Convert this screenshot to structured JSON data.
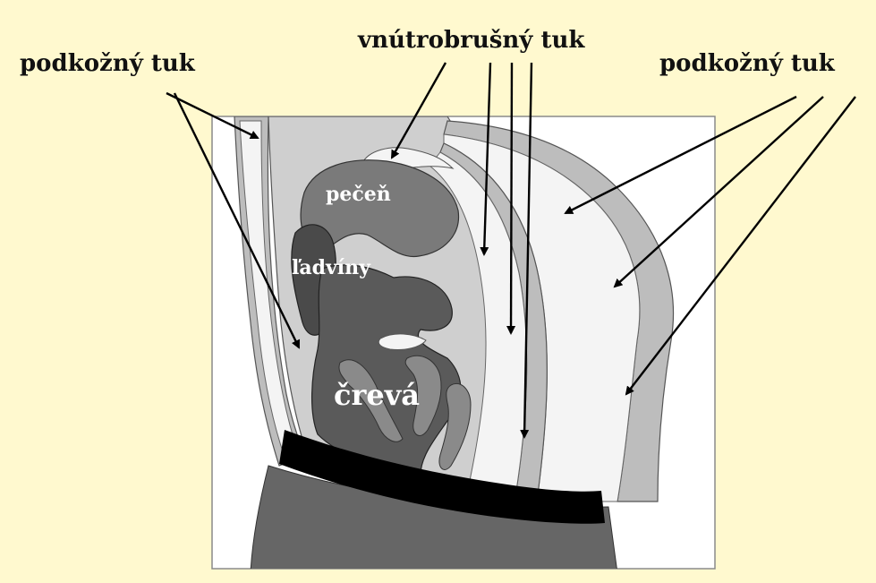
{
  "labels": {
    "subcutaneous_left": "podkožný tuk",
    "visceral": "vnútrobrušný tuk",
    "subcutaneous_right": "podkožný tuk",
    "liver": "pečeň",
    "kidneys": "ľadvíny",
    "intestines": "črevá"
  },
  "colors": {
    "background": "#fff9cf",
    "panel": "#ffffff",
    "skin": "#bdbdbd",
    "fat": "#f2f2f2",
    "cavity": "#cfcfcf",
    "organ_dark": "#555555",
    "organ_mid": "#7a7a7a",
    "belt": "#000000",
    "pants": "#666666"
  }
}
